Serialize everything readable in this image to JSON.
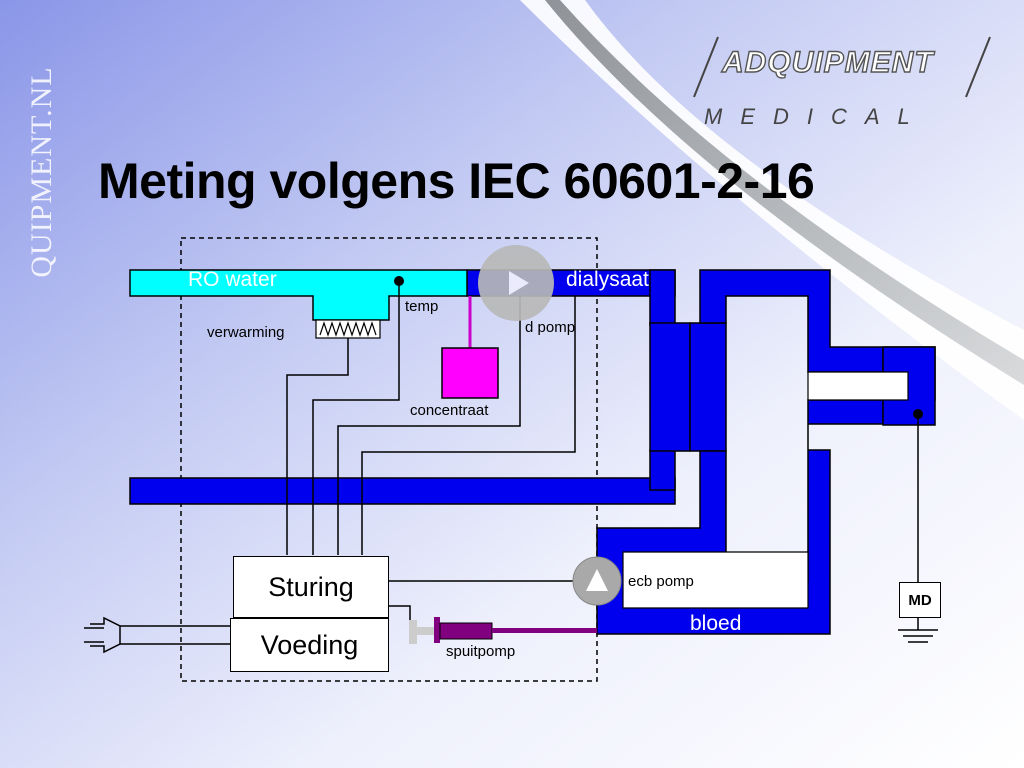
{
  "watermark": "QUIPMENT.NL",
  "logo": {
    "word": "ADQUIPMENT",
    "sub": "MEDICAL"
  },
  "title": "Meting volgens IEC 60601-2-16",
  "labels": {
    "ro_water": "RO water",
    "dialysaat": "dialysaat",
    "temp": "temp",
    "d_pomp": "d pomp",
    "verwarming": "verwarming",
    "concentraat": "concentraat",
    "ecb_pomp": "ecb pomp",
    "bloed": "bloed",
    "spuitpomp": "spuitpomp",
    "md": "MD"
  },
  "boxes": {
    "sturing": "Sturing",
    "voeding": "Voeding"
  },
  "colors": {
    "water": "#00ffff",
    "dialysate": "#0000ee",
    "concentrate": "#ff00ff",
    "syringe": "#800080"
  },
  "icons": [
    "play-icon",
    "pump-triangle-icon",
    "plug-icon",
    "ground-icon",
    "heater-icon"
  ]
}
